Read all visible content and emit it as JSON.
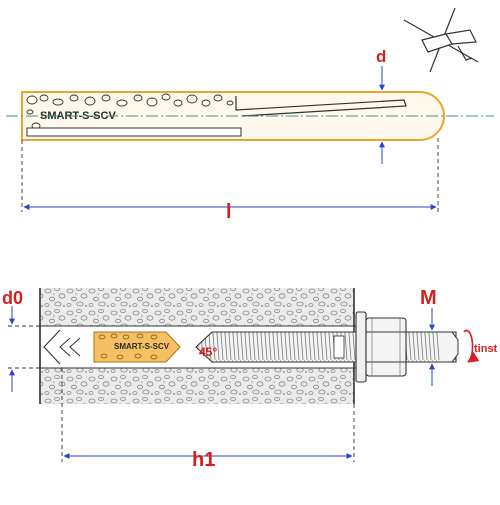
{
  "capsule": {
    "brand_label": "SMART-S-SCV"
  },
  "anchor": {
    "brand_label": "SMART-S-SCV",
    "angle_label": "45°"
  },
  "dimensions": {
    "d": "d",
    "l": "l",
    "d0": "d0",
    "M": "M",
    "h1": "h1",
    "tinst": "tinst"
  },
  "colors": {
    "accent_red": "#d81e1e",
    "capsule_gold": "#e8a52a",
    "dimension_blue": "#2a45c8",
    "centerline_teal": "#2a9a8a",
    "outline": "#333333"
  },
  "icons": {
    "hammer_drill": "crossed-out hammer drilling symbol"
  }
}
